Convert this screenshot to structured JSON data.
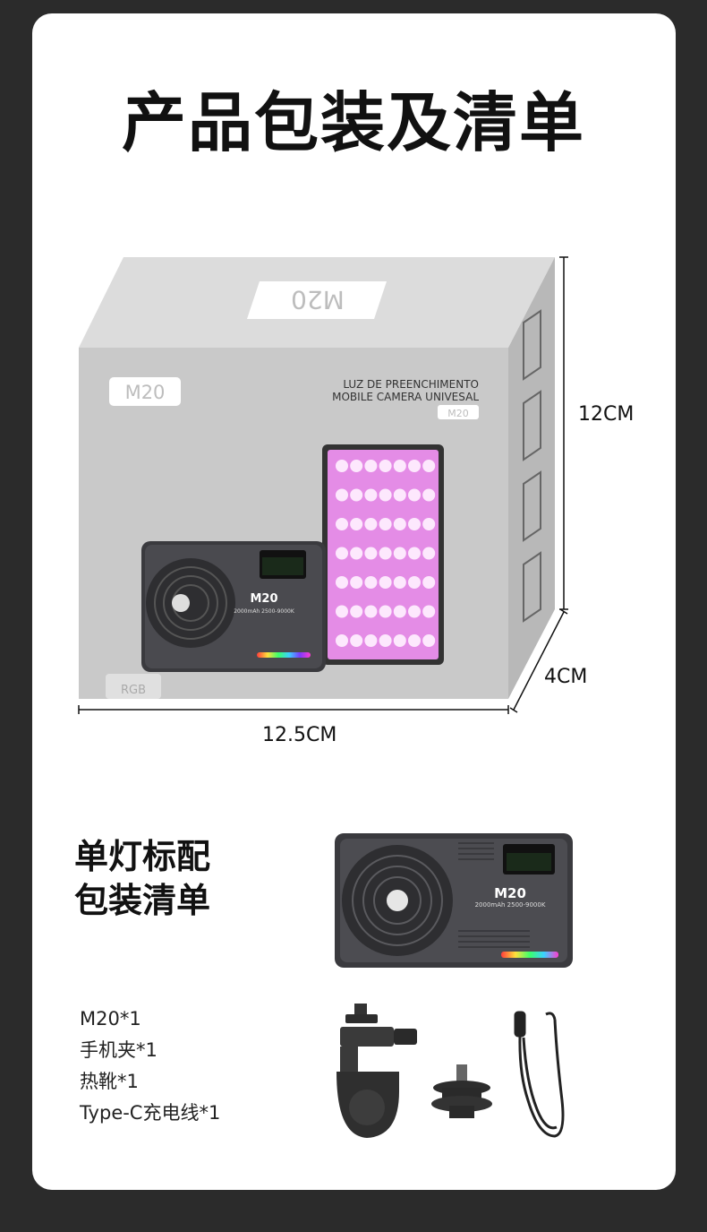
{
  "page": {
    "title": "产品包装及清单"
  },
  "box": {
    "top_label": "M20",
    "front_badge": "M20",
    "front_line1": "LUZ DE PREENCHIMENTO",
    "front_line2": "MOBILE CAMERA UNIVESAL",
    "front_model": "M20",
    "front_rgb": "RGB",
    "device_model": "M20",
    "device_spec": "2000mAh 2500-9000K"
  },
  "dimensions": {
    "height": "12CM",
    "depth": "4CM",
    "width": "12.5CM"
  },
  "package": {
    "heading_line1": "单灯标配",
    "heading_line2": "包装清单",
    "device_model": "M20",
    "device_spec": "2000mAh 2500-9000K",
    "items": [
      "M20*1",
      "手机夹*1",
      "热靴*1",
      "Type-C充电线*1"
    ]
  },
  "colors": {
    "background": "#2b2b2b",
    "card": "#ffffff",
    "box": "#c8c8c8",
    "light_panel": "#e070e0"
  }
}
